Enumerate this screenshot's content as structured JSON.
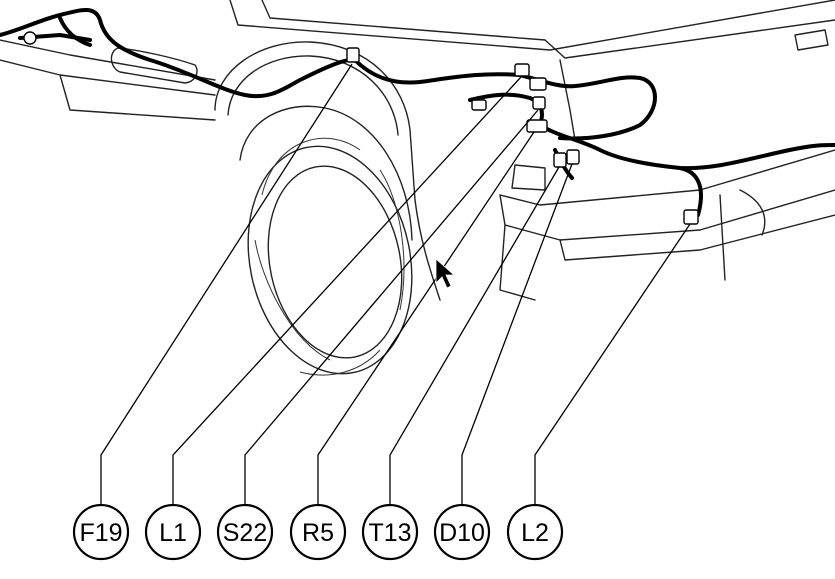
{
  "connectors": [
    {
      "id": "F19",
      "label": "F19"
    },
    {
      "id": "L1",
      "label": "L1"
    },
    {
      "id": "S22",
      "label": "S22"
    },
    {
      "id": "R5",
      "label": "R5"
    },
    {
      "id": "T13",
      "label": "T13"
    },
    {
      "id": "D10",
      "label": "D10"
    },
    {
      "id": "L2",
      "label": "L2"
    }
  ]
}
